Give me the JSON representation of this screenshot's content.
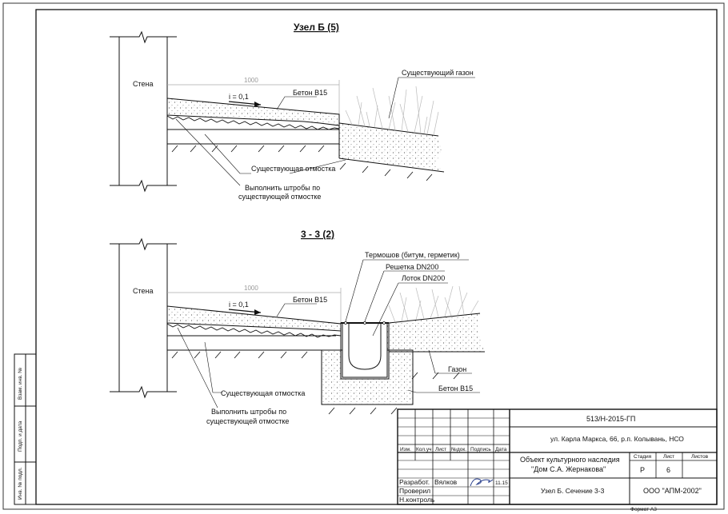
{
  "node_b": {
    "title": "Узел Б (5)",
    "wall": "Стена",
    "dimension": "1000",
    "slope": "i  =  0,1",
    "concrete": "Бетон В15",
    "lawn": "Существующий газон",
    "blind_area": "Существующая отмостка",
    "grooves_line1": "Выполнить штробы по",
    "grooves_line2": "существующей отмостке"
  },
  "section_33": {
    "title": "3 - 3 (2)",
    "wall": "Стена",
    "dimension": "1000",
    "slope": "i  =  0,1",
    "concrete_top": "Бетон В15",
    "seam": "Термошов (битум, герметик)",
    "grate": "Решетка DN200",
    "tray": "Лоток DN200",
    "lawn": "Газон",
    "concrete_bottom": "Бетон В15",
    "blind_area": "Существующая отмостка",
    "grooves_line1": "Выполнить штробы по",
    "grooves_line2": "существующей отмостке"
  },
  "side_stamp": [
    "Взам. инв. №",
    "Подп. и дата",
    "Инв. № подл."
  ],
  "title_block": {
    "doc_code": "513/Н-2015-ГП",
    "address": "ул. Карла Маркса, 66, р.п. Колывань, НСО",
    "col_headers": [
      "Изм.",
      "Кол.уч",
      "Лист",
      "№док.",
      "Подпись",
      "Дата"
    ],
    "roles": [
      "Разработ.",
      "Проверил",
      "Н.контроль"
    ],
    "developer": "Вялков",
    "date": "11.15",
    "object_line1": "Объект культурного наследия",
    "object_line2": "\"Дом С.А. Жернакова\"",
    "stage_label": "Стадия",
    "sheet_label": "Лист",
    "sheets_label": "Листов",
    "stage": "Р",
    "sheet": "6",
    "sheets": "",
    "drawing_name": "Узел Б. Сечение 3-3",
    "company": "ООО \"АПМ-2002\"",
    "format": "Формат А3"
  }
}
